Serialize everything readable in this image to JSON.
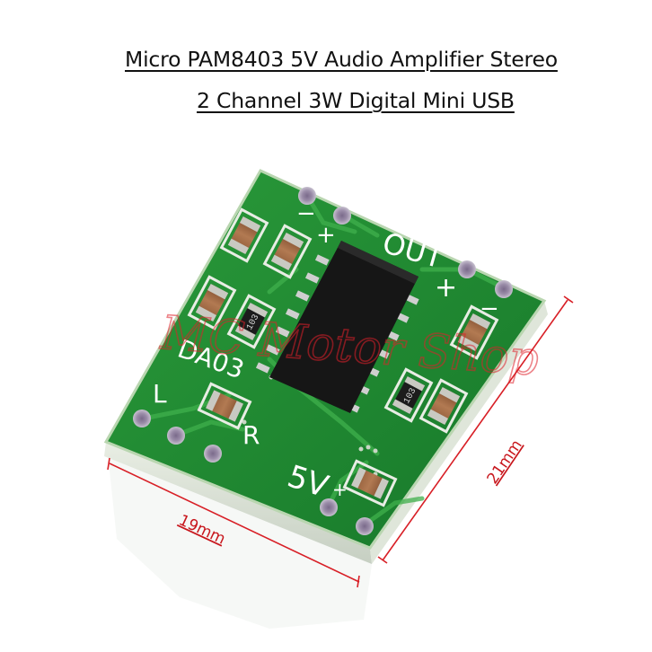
{
  "title": {
    "line1": "Micro PAM8403 5V Audio Amplifier Stereo",
    "line2": "2 Channel 3W Digital Mini USB"
  },
  "dimensions": {
    "width_label": "19mm",
    "height_label": "21mm"
  },
  "board": {
    "out_label": "OUT",
    "plus_left": "+",
    "minus_left": "−",
    "plus_right": "+",
    "minus_right": "−",
    "left_channel": "L",
    "right_channel": "R",
    "power_label": "5V",
    "power_plus": "+",
    "model_code": "DA03",
    "resistor_code_left": "103",
    "resistor_code_right": "103",
    "board_color": "#1f8a2e"
  },
  "watermark": {
    "text": "MC Motor Shop",
    "color": "#e0202a"
  },
  "colors": {
    "dimension_line": "#d81f26",
    "text": "#111111"
  }
}
